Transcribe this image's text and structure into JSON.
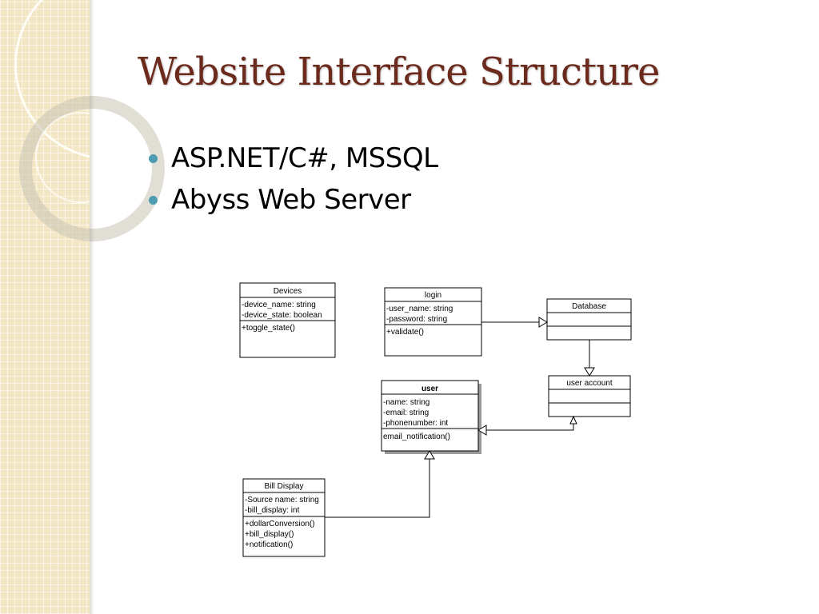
{
  "slide": {
    "title": "Website Interface Structure",
    "bullets": [
      "ASP.NET/C#, MSSQL",
      "Abyss Web Server"
    ]
  },
  "diagram": {
    "classes": {
      "devices": {
        "name": "Devices",
        "attributes": [
          "-device_name: string",
          "-device_state: boolean"
        ],
        "methods": [
          "+toggle_state()"
        ]
      },
      "login": {
        "name": "login",
        "attributes": [
          "-user_name: string",
          "-password: string"
        ],
        "methods": [
          "+validate()"
        ]
      },
      "database": {
        "name": "Database",
        "attributes": [],
        "methods": []
      },
      "user_account": {
        "name": "user account",
        "attributes": [],
        "methods": []
      },
      "user": {
        "name": "user",
        "attributes": [
          "-name: string",
          "-email: string",
          "-phonenumber: int"
        ],
        "methods": [
          "email_notification()"
        ]
      },
      "bill_display": {
        "name": "Bill Display",
        "attributes": [
          "-Source name: string",
          "-bill_display: int"
        ],
        "methods": [
          "+dollarConversion()",
          "+bill_display()",
          "+notification()"
        ]
      }
    },
    "relations": [
      {
        "from": "login",
        "to": "database",
        "type": "generalization"
      },
      {
        "from": "database",
        "to": "user_account",
        "type": "generalization"
      },
      {
        "from": "user_account",
        "to": "user",
        "type": "generalization"
      },
      {
        "from": "bill_display",
        "to": "user",
        "type": "generalization"
      }
    ]
  },
  "colors": {
    "title": "#6b2a1c",
    "bullet": "#4d9cb0",
    "panel": "#f3e6c4"
  }
}
